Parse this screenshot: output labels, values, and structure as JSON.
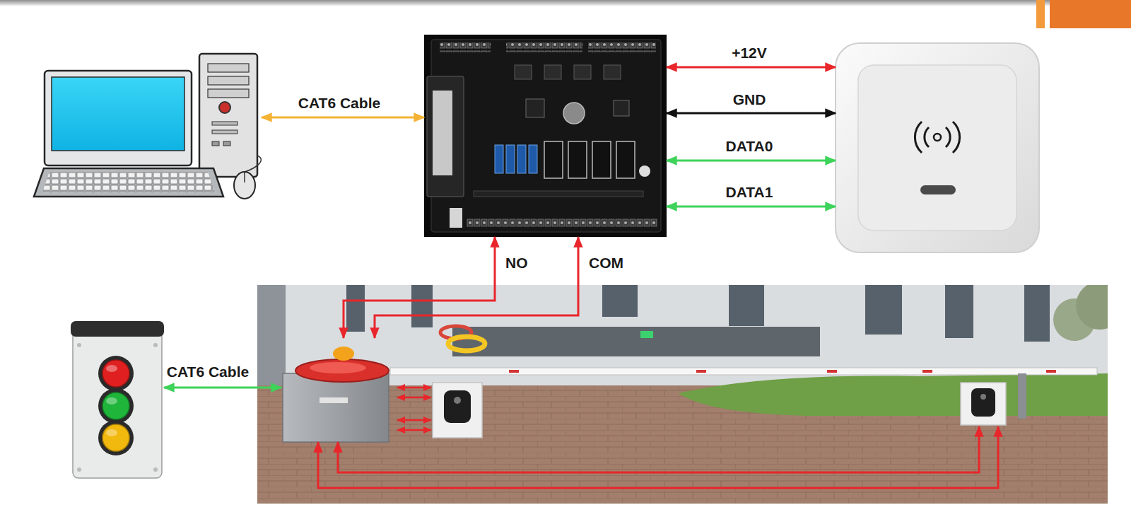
{
  "diagram": {
    "nodes": [
      {
        "text": []
      },
      {
        "text": []
      },
      {
        "text": []
      },
      {
        "text": []
      },
      {
        "text": []
      },
      {
        "text": []
      },
      {
        "text": []
      }
    ],
    "edges": [
      {
        "from": 0,
        "to": 1,
        "arrow": "both",
        "label": "CAT6 Cable"
      },
      {
        "from": 1,
        "to": 2,
        "arrow": "both",
        "label": "+12V"
      },
      {
        "from": 1,
        "to": 2,
        "arrow": "both",
        "label": "GND"
      },
      {
        "from": 1,
        "to": 2,
        "arrow": "both",
        "label": "DATA0"
      },
      {
        "from": 1,
        "to": 2,
        "arrow": "both",
        "label": "DATA1"
      },
      {
        "from": 4,
        "to": 1,
        "arrow": "both",
        "label": "NO"
      },
      {
        "from": 4,
        "to": 1,
        "arrow": "both",
        "label": "COM"
      },
      {
        "from": 3,
        "to": 4,
        "arrow": "both",
        "label": "CAT6 Cable"
      },
      {
        "from": 4,
        "to": 5,
        "arrow": "both"
      },
      {
        "from": 4,
        "to": 5,
        "arrow": "both"
      },
      {
        "from": 4,
        "to": 5,
        "arrow": "both"
      },
      {
        "from": 4,
        "to": 5,
        "arrow": "both"
      },
      {
        "from": 4,
        "to": 6,
        "arrow": "both"
      },
      {
        "from": 4,
        "to": 6,
        "arrow": "both"
      }
    ]
  }
}
